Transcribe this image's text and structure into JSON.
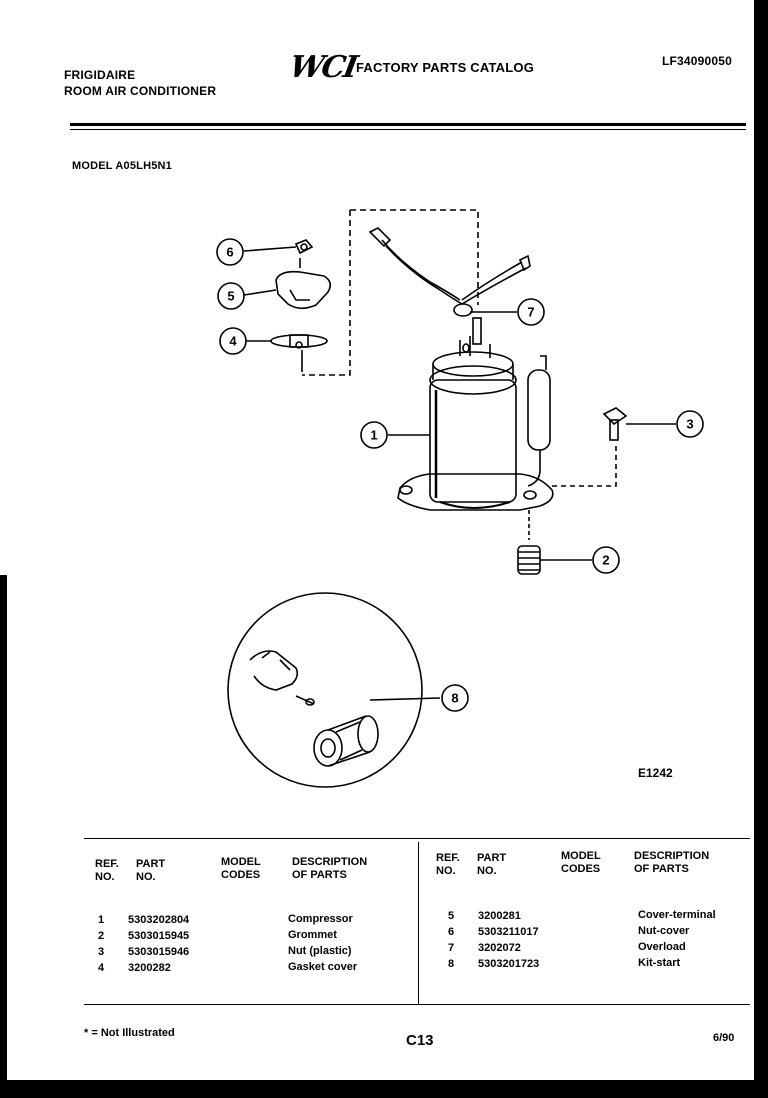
{
  "header": {
    "brand": "FRIGIDAIRE",
    "product": "ROOM AIR CONDITIONER",
    "logo": "WCI",
    "catalog_title": "FACTORY PARTS CATALOG",
    "catalog_number": "LF34090050",
    "model": "MODEL A05LH5N1"
  },
  "diagram": {
    "figure_code": "E1242",
    "callouts": [
      "1",
      "2",
      "3",
      "4",
      "5",
      "6",
      "7",
      "8"
    ]
  },
  "table": {
    "headers": {
      "ref": "REF.\nNO.",
      "part": "PART\nNO.",
      "codes": "MODEL\nCODES",
      "desc": "DESCRIPTION\nOF PARTS"
    },
    "left_rows": [
      {
        "ref": "1",
        "part": "5303202804",
        "codes": "",
        "desc": "Compressor"
      },
      {
        "ref": "2",
        "part": "5303015945",
        "codes": "",
        "desc": "Grommet"
      },
      {
        "ref": "3",
        "part": "5303015946",
        "codes": "",
        "desc": "Nut (plastic)"
      },
      {
        "ref": "4",
        "part": "3200282",
        "codes": "",
        "desc": "Gasket cover"
      }
    ],
    "right_rows": [
      {
        "ref": "5",
        "part": "3200281",
        "codes": "",
        "desc": "Cover-terminal"
      },
      {
        "ref": "6",
        "part": "5303211017",
        "codes": "",
        "desc": "Nut-cover"
      },
      {
        "ref": "7",
        "part": "3202072",
        "codes": "",
        "desc": "Overload"
      },
      {
        "ref": "8",
        "part": "5303201723",
        "codes": "",
        "desc": "Kit-start"
      }
    ]
  },
  "footer": {
    "note": "* = Not Illustrated",
    "page": "C13",
    "date": "6/90"
  }
}
